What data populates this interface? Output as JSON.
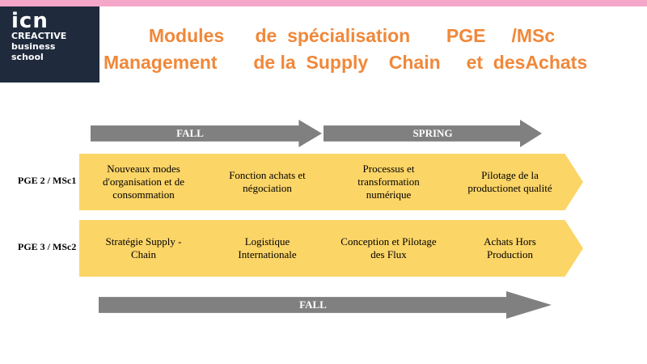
{
  "logo": {
    "line1": "icn",
    "line2": "CREACTIVE",
    "line3": "business",
    "line4": "school"
  },
  "title": {
    "line1": "Modules      de  spécialisation       PGE     /MSc",
    "line2": "Management       de la  Supply    Chain     et  desAchats"
  },
  "arrows": {
    "fall_top": "FALL",
    "spring": "SPRING",
    "fall_bottom": "FALL"
  },
  "rows": [
    {
      "label": "PGE 2 /  MSc1",
      "modules": [
        "Nouveaux modes d'organisation   et de consommation",
        "Fonction achats  et négociation",
        "Processus   et transformation numérique",
        "Pilotage  de la productionet qualité"
      ]
    },
    {
      "label": "PGE 3 /  MSc2",
      "modules": [
        "Stratégie Supply - Chain",
        "Logistique Internationale",
        "Conception   et Pilotage   des Flux",
        "Achats Hors Production"
      ]
    }
  ],
  "colors": {
    "accent_title": "#f0883a",
    "chevron": "#fcd567",
    "arrow": "#808080",
    "logo_bg": "#1f2a3c",
    "top_bar": "#f4a7c8"
  }
}
